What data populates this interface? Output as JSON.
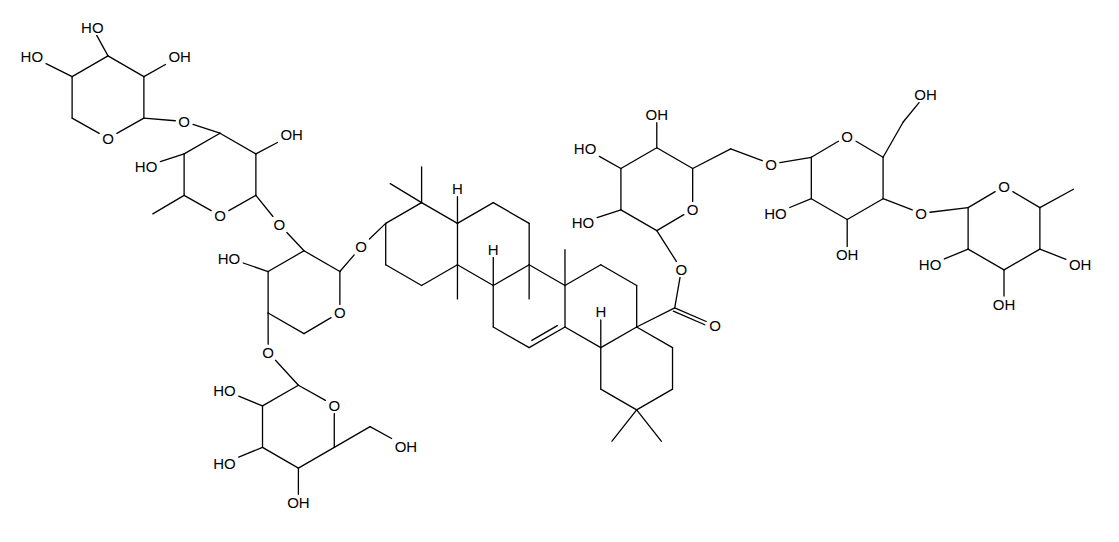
{
  "diagram": {
    "labels": [
      "HO",
      "HO",
      "OH",
      "O",
      "O",
      "OH",
      "HO",
      "O",
      "O",
      "HO",
      "O",
      "O",
      "O",
      "HO",
      "O",
      "OH",
      "HO",
      "OH",
      "H",
      "H",
      "H",
      "O",
      "O",
      "OH",
      "HO",
      "HO",
      "O",
      "O",
      "OH",
      "O",
      "HO",
      "OH",
      "O",
      "O",
      "HO",
      "OH",
      "OH"
    ]
  }
}
